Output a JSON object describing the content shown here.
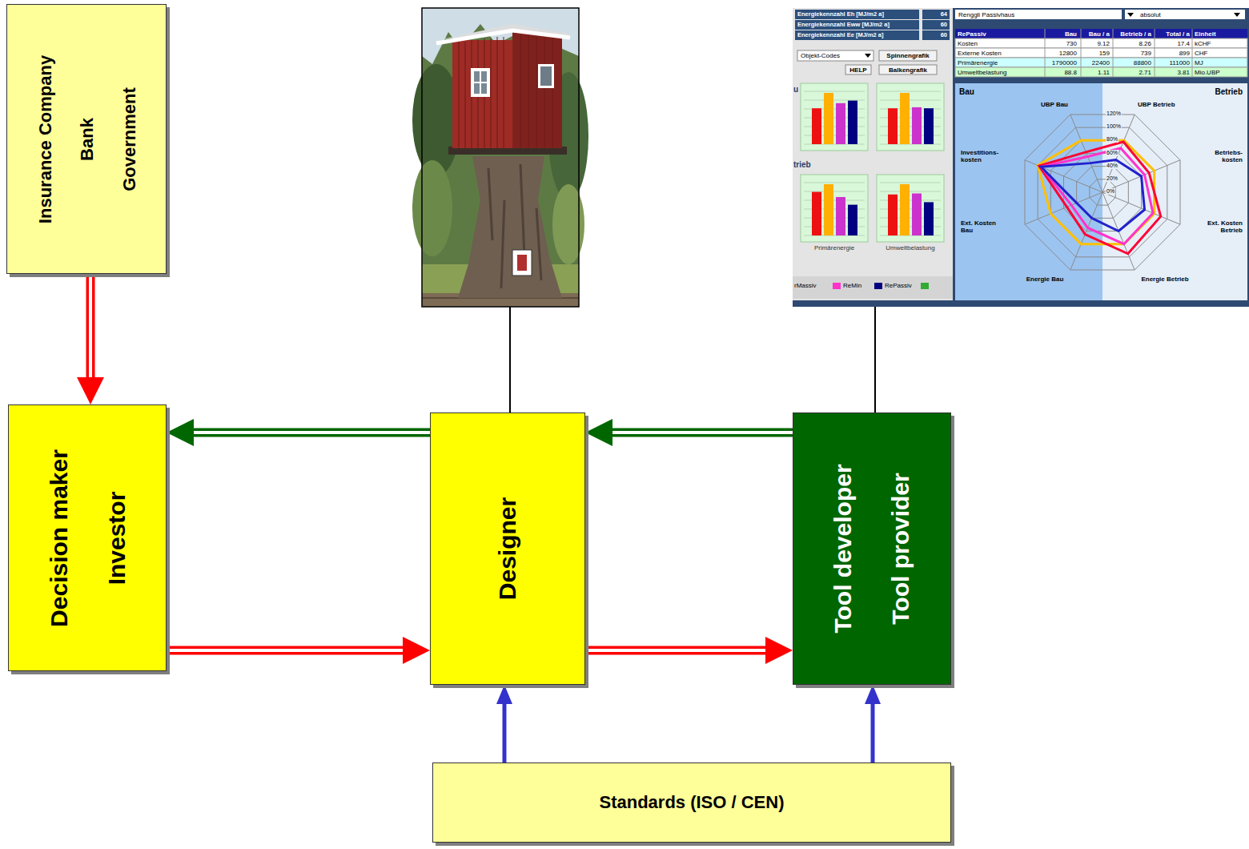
{
  "diagram": {
    "nodes": [
      {
        "text": [
          "Insurance Company",
          "Bank",
          "Government"
        ]
      },
      {
        "text": [
          "Decision maker",
          "Investor"
        ]
      },
      {
        "text": [
          "Designer"
        ]
      },
      {
        "text": [
          "Tool developer",
          "Tool provider"
        ]
      },
      {
        "text": [
          "Standards (ISO / CEN)"
        ]
      }
    ],
    "edges": [
      {
        "from": 0,
        "to": 1,
        "arrow": "to"
      },
      {
        "from": 1,
        "to": 2,
        "arrow": "to"
      },
      {
        "from": 2,
        "to": 3,
        "arrow": "to"
      },
      {
        "from": 2,
        "to": 1,
        "arrow": "to"
      },
      {
        "from": 3,
        "to": 2,
        "arrow": "to"
      },
      {
        "from": 4,
        "to": 2,
        "arrow": "to"
      },
      {
        "from": 4,
        "to": 3,
        "arrow": "to"
      }
    ],
    "labels": [
      "Energiekennzahl Eh [MJ/m2 a]",
      "64",
      "Energiekennzahl Eww [MJ/m2 a]",
      "60",
      "Energiekennzahl Ee [MJ/m2 a]",
      "60",
      "Objekt-Codes",
      "Spinnengrafik",
      "HELP",
      "Balkengrafik",
      "u",
      "trieb",
      "Primärenergie",
      "Umweltbelastung",
      "rMassiv",
      "ReMin",
      "RePassiv",
      "Renggli Passivhaus",
      "absolut",
      "RePassiv",
      "Bau",
      "Bau / a",
      "Betrieb / a",
      "Total / a",
      "Einheit",
      "Kosten",
      "730",
      "9.12",
      "8.26",
      "17.4",
      "kCHF",
      "Externe Kosten",
      "12800",
      "159",
      "739",
      "899",
      "CHF",
      "Primärenergie",
      "1790000",
      "22400",
      "88800",
      "111000",
      "MJ",
      "Umweltbelastung",
      "88.8",
      "1.11",
      "2.71",
      "3.81",
      "Mio.UBP",
      "Bau",
      "Betrieb",
      "UBP Bau",
      "UBP Betrieb",
      "Investitions- kosten",
      "Betriebs- kosten",
      "Ext. Kosten Bau",
      "Ext. Kosten Betrieb",
      "Energie Bau",
      "Energie Betrieb",
      "120%",
      "100%",
      "80%",
      "60%",
      "40%",
      "20%",
      "0%"
    ]
  }
}
